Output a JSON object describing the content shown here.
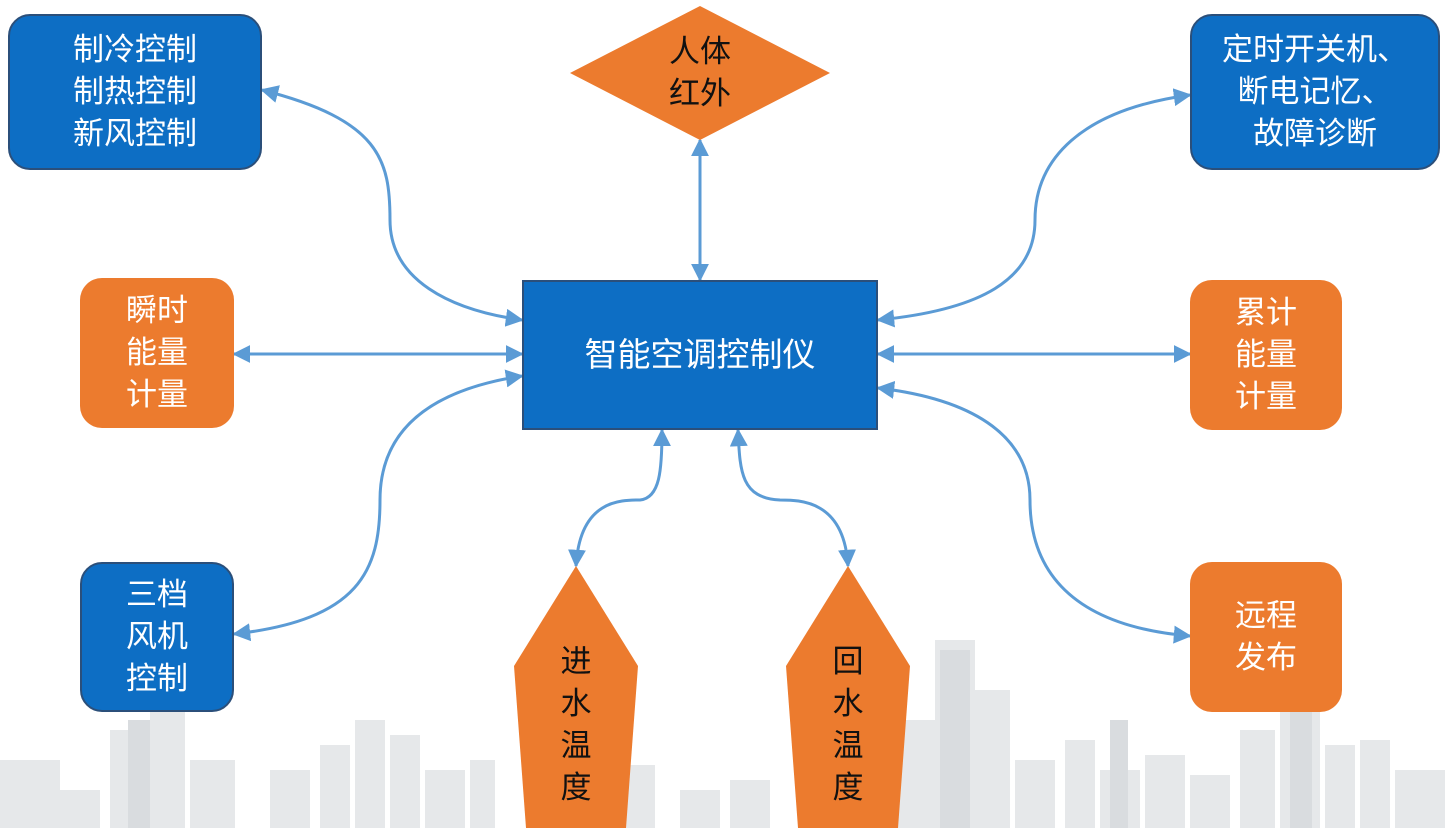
{
  "center": {
    "label": "智能空调控制仪"
  },
  "nodes": {
    "cooling_heating_fresh": "制冷控制\n制热控制\n新风控制",
    "human_infrared": "人体\n红外",
    "timer_memory_diagnosis": "定时开关机、\n断电记忆、\n故障诊断",
    "instant_energy": "瞬时\n能量\n计量",
    "cumulative_energy": "累计\n能量\n计量",
    "three_speed_fan": "三档\n风机\n控制",
    "remote_publish": "远程\n发布",
    "inlet_water_temp": "进\n水\n温\n度",
    "return_water_temp": "回\n水\n温\n度"
  },
  "colors": {
    "blue": "#0d6ec4",
    "orange": "#ec7b2e",
    "arrow": "#5b9bd5",
    "border": "#2b4f7a"
  }
}
